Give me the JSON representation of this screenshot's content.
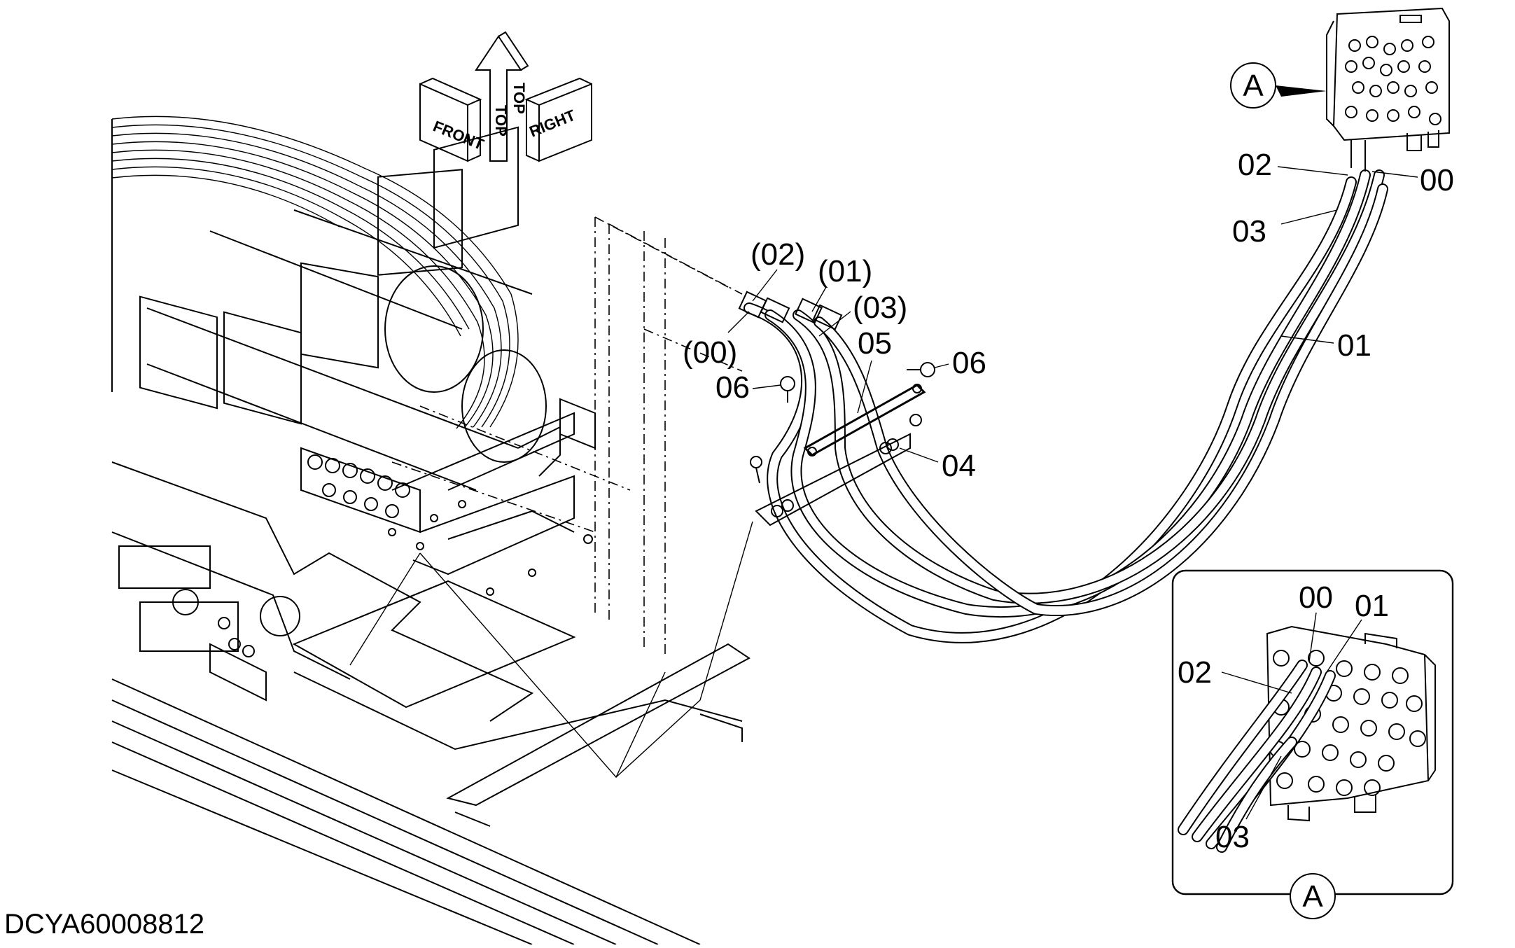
{
  "orientation": {
    "front": "FRONT",
    "top": "TOP",
    "right": "RIGHT"
  },
  "main_view": {
    "labels": {
      "p02": "(02)",
      "p01": "(01)",
      "p03": "(03)",
      "p00": "(00)",
      "l05": "05",
      "l06_left": "06",
      "l06_right": "06",
      "l04": "04",
      "l01": "01",
      "l02": "02",
      "l00": "00",
      "l03": "03"
    },
    "view_marker": "A"
  },
  "detail_view": {
    "title": "A",
    "labels": {
      "d00": "00",
      "d01": "01",
      "d02": "02",
      "d03": "03"
    }
  },
  "drawing_code": "DCYA60008812"
}
